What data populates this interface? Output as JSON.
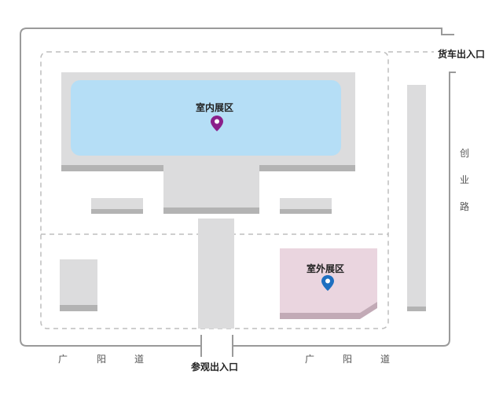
{
  "colors": {
    "boundary": "#9a9a9a",
    "dashed": "#bdbdbd",
    "building": "#dcdcdd",
    "building_shadow": "#b3b3b3",
    "indoor_hall": "#b5def6",
    "outdoor_hall": "#ead5df",
    "outdoor_shadow": "#c2aab6",
    "pin_indoor": "#8a1f8a",
    "pin_outdoor": "#1e6fc0"
  },
  "areas": {
    "indoor_hall": {
      "label": "室内展区",
      "icon": "map-pin-icon"
    },
    "outdoor_hall": {
      "label": "室外展区",
      "icon": "map-pin-icon"
    }
  },
  "entrances": {
    "truck": "货车出入口",
    "visitor": "参观出入口"
  },
  "roads": {
    "chuangye": [
      "创",
      "业",
      "路"
    ],
    "guangyang_left": [
      "广",
      "阳",
      "道"
    ],
    "guangyang_right": [
      "广",
      "阳",
      "道"
    ]
  }
}
